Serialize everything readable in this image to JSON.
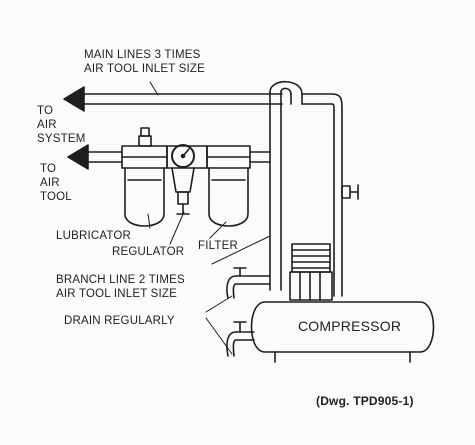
{
  "diagram": {
    "labels": {
      "main_lines": [
        "MAIN LINES 3 TIMES",
        "AIR TOOL INLET SIZE"
      ],
      "to_air_system": [
        "TO",
        "AIR",
        "SYSTEM"
      ],
      "to_air_tool": [
        "TO",
        "AIR",
        "TOOL"
      ],
      "lubricator": "LUBRICATOR",
      "regulator": "REGULATOR",
      "filter": "FILTER",
      "branch_line": [
        "BRANCH LINE 2 TIMES",
        "AIR TOOL INLET SIZE"
      ],
      "drain_regularly": "DRAIN REGULARLY",
      "compressor": "COMPRESSOR"
    },
    "caption": "(Dwg. TPD905-1)"
  }
}
